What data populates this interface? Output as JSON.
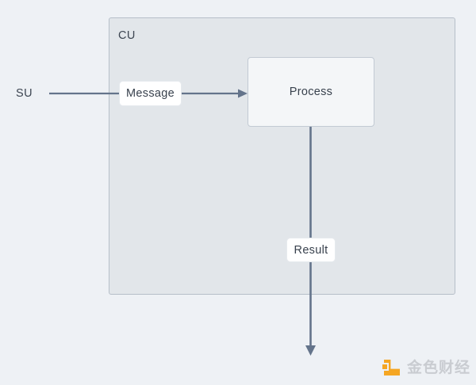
{
  "diagram": {
    "type": "flow-diagram",
    "background_color": "#eef1f5",
    "container": {
      "label": "CU",
      "fill_color": "#e2e6ea",
      "border_color": "#b6bfc9"
    },
    "nodes": [
      {
        "id": "su",
        "label": "SU",
        "shape": "plain-text"
      },
      {
        "id": "message",
        "label": "Message",
        "shape": "rounded-box",
        "fill_color": "#ffffff"
      },
      {
        "id": "process",
        "label": "Process",
        "shape": "rounded-box",
        "fill_color": "#f4f6f8"
      },
      {
        "id": "result",
        "label": "Result",
        "shape": "rounded-box",
        "fill_color": "#ffffff"
      }
    ],
    "edges": [
      {
        "id": "su-to-message",
        "from": "su",
        "to": "message",
        "arrowhead": false
      },
      {
        "id": "message-to-process",
        "from": "message",
        "to": "process",
        "arrowhead": true
      },
      {
        "id": "process-to-result",
        "from": "process",
        "to": "result",
        "arrowhead": false
      },
      {
        "id": "result-to-out",
        "from": "result",
        "to": "out",
        "arrowhead": true
      }
    ],
    "edge_color": "#64748b"
  },
  "watermark": {
    "text": "金色财经",
    "logo_icon": "golden-finance-logo-icon",
    "logo_color": "#f5a623",
    "text_color": "#c9ccd1"
  }
}
